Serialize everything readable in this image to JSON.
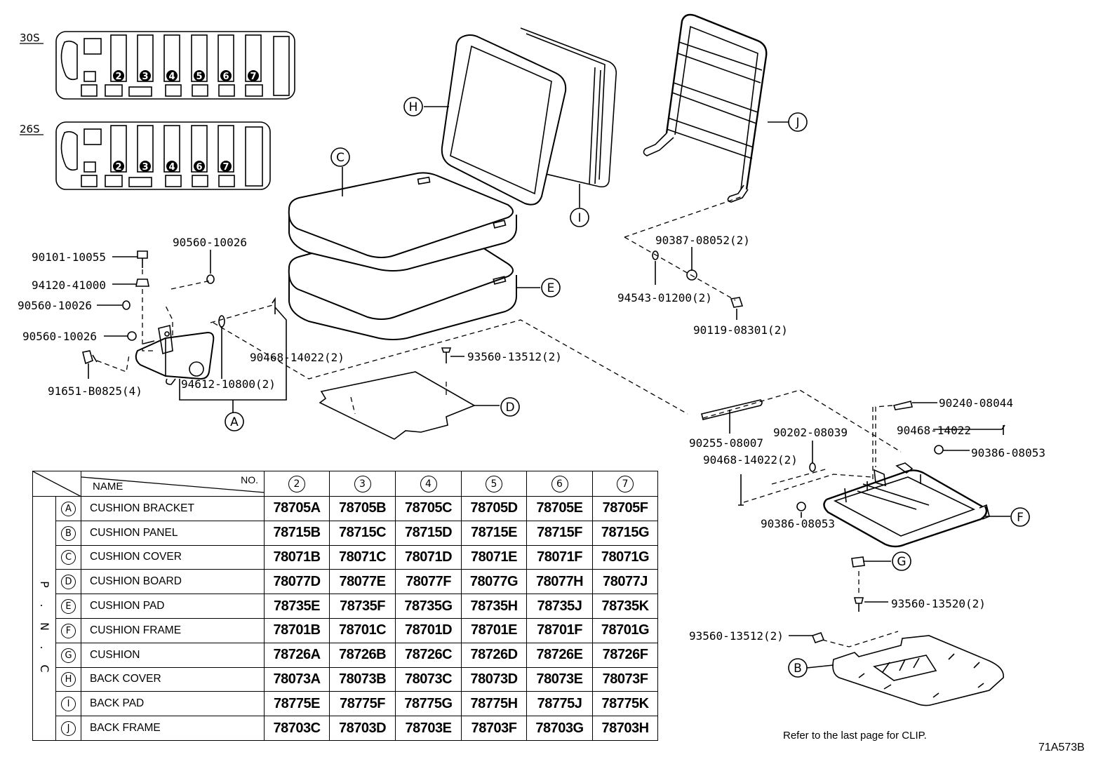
{
  "layouts": [
    {
      "label": "30S",
      "seats": [
        "2",
        "3",
        "4",
        "5",
        "6",
        "7"
      ]
    },
    {
      "label": "26S",
      "seats": [
        "2",
        "3",
        "4",
        "6",
        "7"
      ]
    }
  ],
  "callouts": {
    "A": "A",
    "B": "B",
    "C": "C",
    "D": "D",
    "E": "E",
    "F": "F",
    "G": "G",
    "H": "H",
    "I": "I",
    "J": "J"
  },
  "part_numbers": {
    "p90101": "90101-10055",
    "p94120": "94120-41000",
    "p90560a": "90560-10026",
    "p90560b": "90560-10026",
    "p90560c": "90560-10026",
    "p91651": "91651-B0825(4)",
    "p90468a": "90468-14022(2)",
    "p94612": "94612-10800(2)",
    "p93560a": "93560-13512(2)",
    "p90387": "90387-08052(2)",
    "p94543": "94543-01200(2)",
    "p90119": "90119-08301(2)",
    "p90240": "90240-08044",
    "p90468b": "90468-14022",
    "p90386a": "90386-08053",
    "p90202": "90202-08039",
    "p90255": "90255-08007",
    "p90468c": "90468-14022(2)",
    "p90386b": "90386-08053",
    "p93560b": "93560-13520(2)",
    "p93560c": "93560-13512(2)"
  },
  "table": {
    "name_header": "NAME",
    "no_header": "NO.",
    "pnc_label": [
      "P",
      ".",
      "N",
      ".",
      "C"
    ],
    "columns": [
      "2",
      "3",
      "4",
      "5",
      "6",
      "7"
    ],
    "rows": [
      {
        "letter": "A",
        "name": "CUSHION BRACKET",
        "codes": [
          "78705A",
          "78705B",
          "78705C",
          "78705D",
          "78705E",
          "78705F"
        ]
      },
      {
        "letter": "B",
        "name": "CUSHION PANEL",
        "codes": [
          "78715B",
          "78715C",
          "78715D",
          "78715E",
          "78715F",
          "78715G"
        ]
      },
      {
        "letter": "C",
        "name": "CUSHION COVER",
        "codes": [
          "78071B",
          "78071C",
          "78071D",
          "78071E",
          "78071F",
          "78071G"
        ]
      },
      {
        "letter": "D",
        "name": "CUSHION BOARD",
        "codes": [
          "78077D",
          "78077E",
          "78077F",
          "78077G",
          "78077H",
          "78077J"
        ]
      },
      {
        "letter": "E",
        "name": "CUSHION PAD",
        "codes": [
          "78735E",
          "78735F",
          "78735G",
          "78735H",
          "78735J",
          "78735K"
        ]
      },
      {
        "letter": "F",
        "name": "CUSHION FRAME",
        "codes": [
          "78701B",
          "78701C",
          "78701D",
          "78701E",
          "78701F",
          "78701G"
        ]
      },
      {
        "letter": "G",
        "name": "CUSHION",
        "codes": [
          "78726A",
          "78726B",
          "78726C",
          "78726D",
          "78726E",
          "78726F"
        ]
      },
      {
        "letter": "H",
        "name": "BACK COVER",
        "codes": [
          "78073A",
          "78073B",
          "78073C",
          "78073D",
          "78073E",
          "78073F"
        ]
      },
      {
        "letter": "I",
        "name": "BACK PAD",
        "codes": [
          "78775E",
          "78775F",
          "78775G",
          "78775H",
          "78775J",
          "78775K"
        ]
      },
      {
        "letter": "J",
        "name": "BACK FRAME",
        "codes": [
          "78703C",
          "78703D",
          "78703E",
          "78703F",
          "78703G",
          "78703H"
        ]
      }
    ]
  },
  "footer": {
    "note": "Refer to the last page for CLIP.",
    "figure_id": "71A573B"
  }
}
